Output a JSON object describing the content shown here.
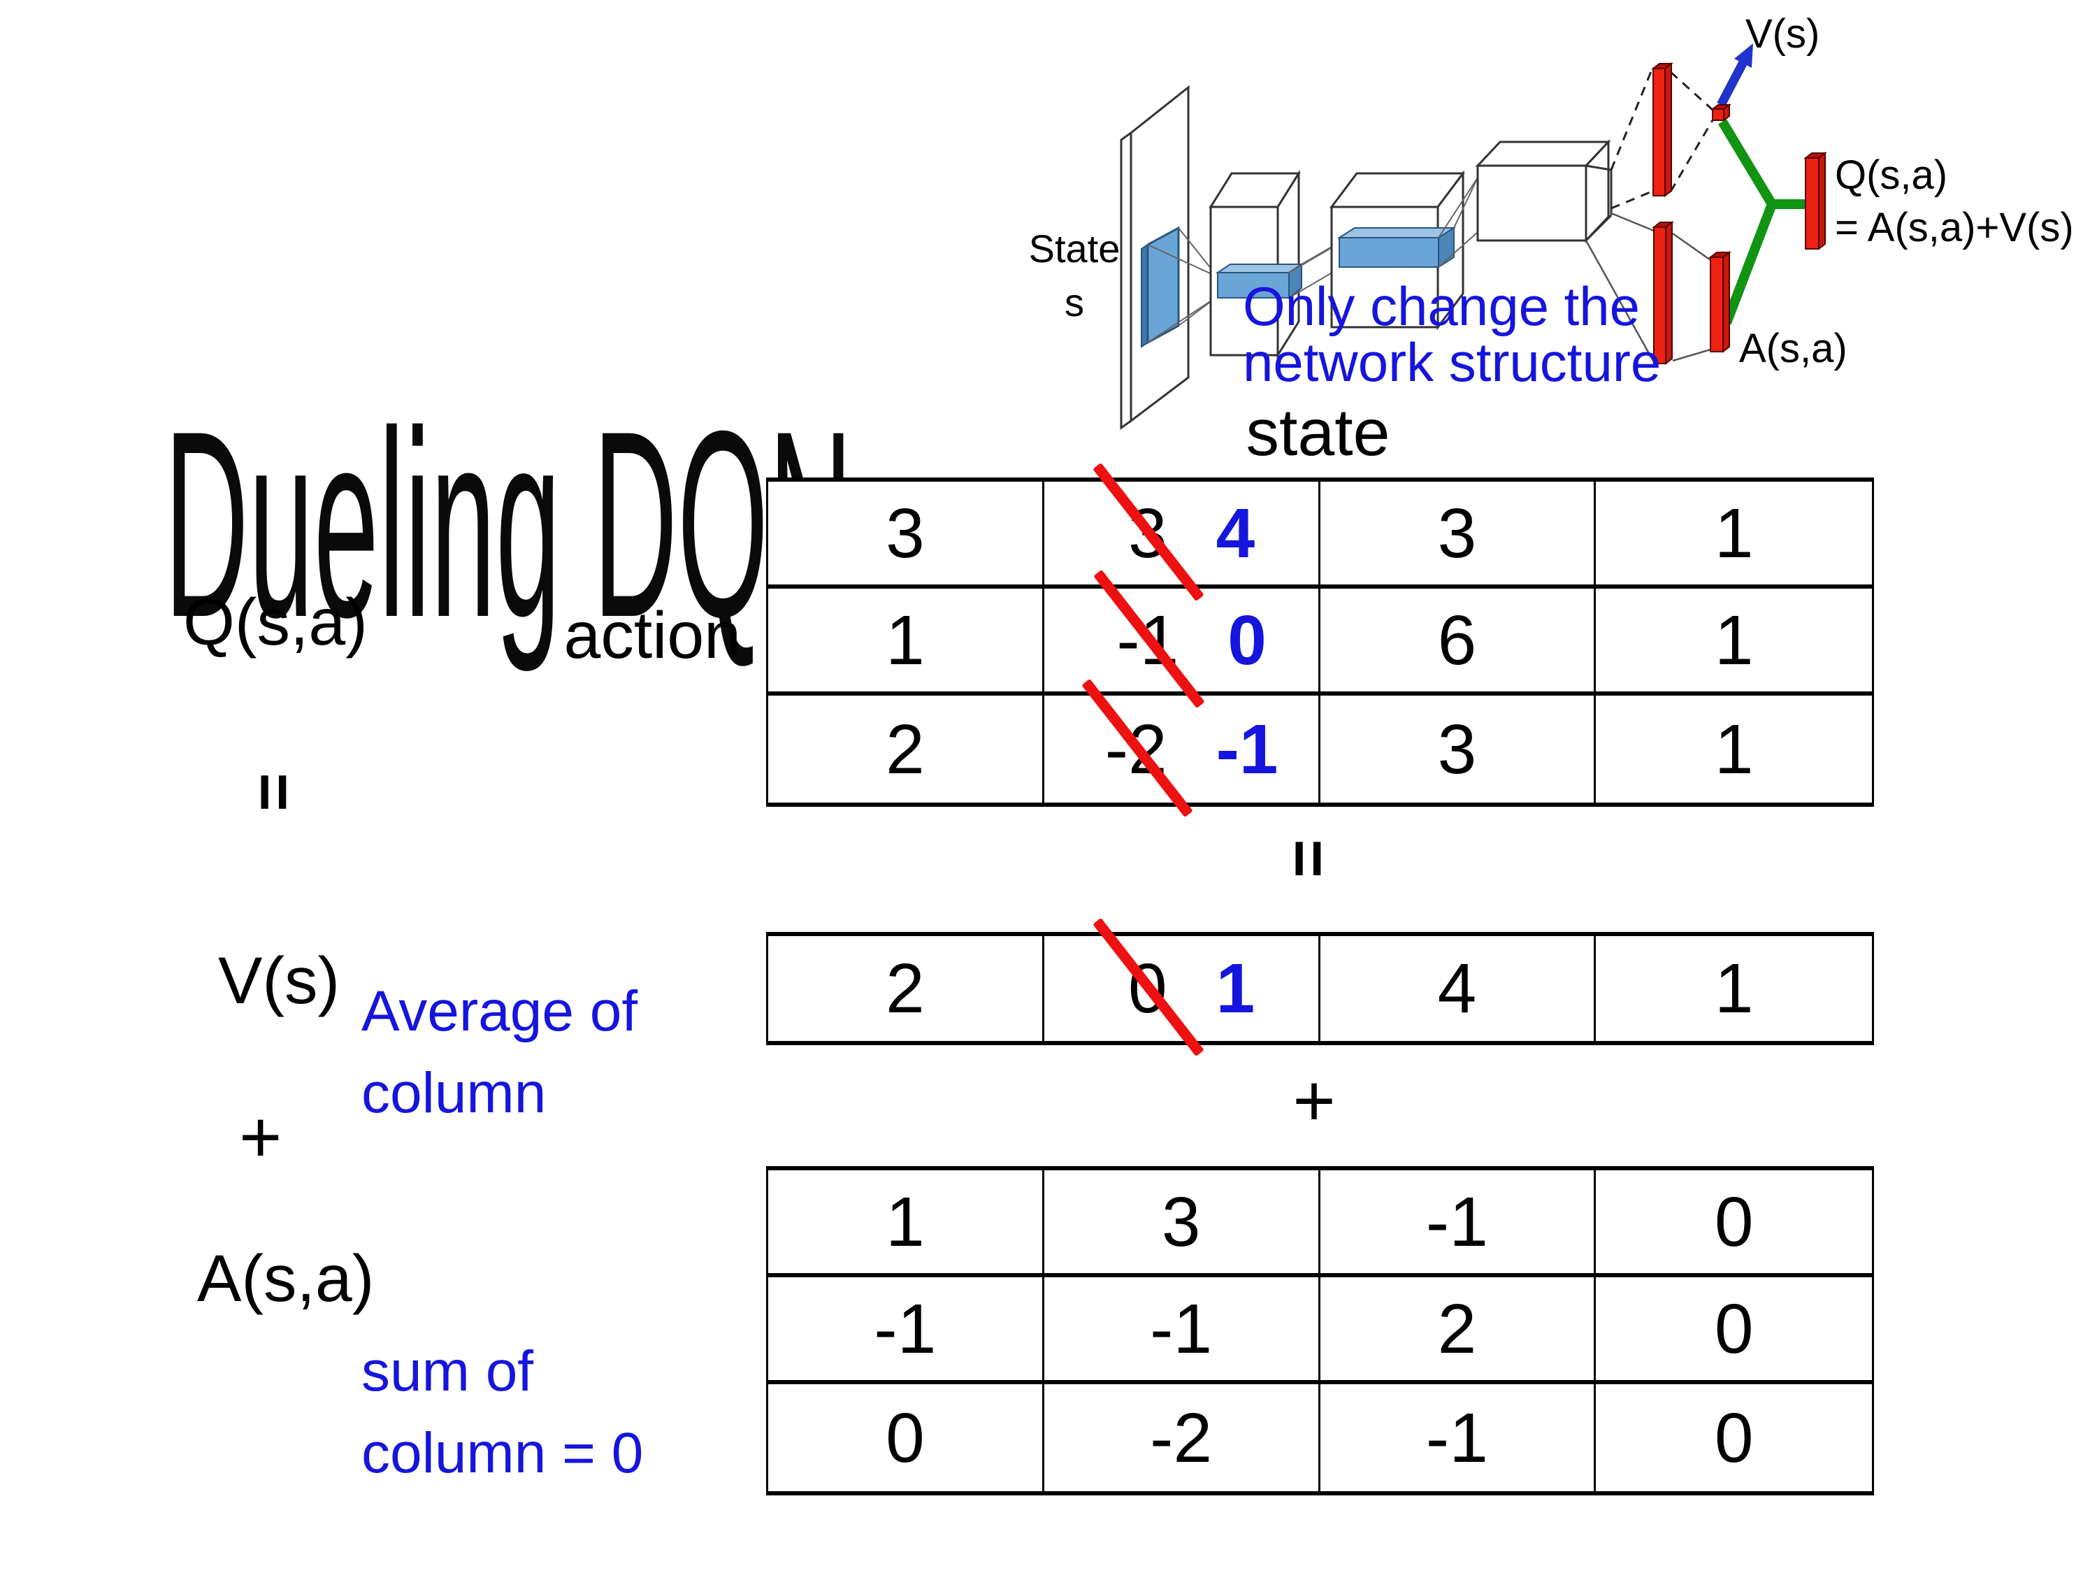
{
  "title": "Dueling DQN",
  "diagram": {
    "state_label_line1": "State",
    "state_label_line2": "s",
    "note_line1": "Only change the",
    "note_line2": "network structure",
    "v_output_label": "V(s)",
    "a_output_label": "A(s,a)",
    "q_output_label_line1": "Q(s,a)",
    "q_output_label_line2": "= A(s,a)+V(s)"
  },
  "equation": {
    "q_label": "Q(s,a)",
    "equals_left": "=",
    "v_label": "V(s)",
    "plus_left": "+",
    "a_label": "A(s,a)",
    "equals_center": "=",
    "plus_center": "+",
    "state_header": "state",
    "action_header": "action",
    "avg_note_line1": "Average of",
    "avg_note_line2": "column",
    "sum_note_line1": "sum of",
    "sum_note_line2": "column = 0"
  },
  "q_table": {
    "rows": [
      {
        "cells": [
          {
            "value": "3"
          },
          {
            "old": "3",
            "new": "4"
          },
          {
            "value": "3"
          },
          {
            "value": "1"
          }
        ]
      },
      {
        "cells": [
          {
            "value": "1"
          },
          {
            "old": "-1",
            "new": "0"
          },
          {
            "value": "6"
          },
          {
            "value": "1"
          }
        ]
      },
      {
        "cells": [
          {
            "value": "2"
          },
          {
            "old": "-2",
            "new": "-1"
          },
          {
            "value": "3"
          },
          {
            "value": "1"
          }
        ]
      }
    ]
  },
  "v_table": {
    "rows": [
      {
        "cells": [
          {
            "value": "2"
          },
          {
            "old": "0",
            "new": "1"
          },
          {
            "value": "4"
          },
          {
            "value": "1"
          }
        ]
      }
    ]
  },
  "a_table": {
    "rows": [
      {
        "cells": [
          {
            "value": "1"
          },
          {
            "value": "3"
          },
          {
            "value": "-1"
          },
          {
            "value": "0"
          }
        ]
      },
      {
        "cells": [
          {
            "value": "-1"
          },
          {
            "value": "-1"
          },
          {
            "value": "2"
          },
          {
            "value": "0"
          }
        ]
      },
      {
        "cells": [
          {
            "value": "0"
          },
          {
            "value": "-2"
          },
          {
            "value": "-1"
          },
          {
            "value": "0"
          }
        ]
      }
    ]
  },
  "colors": {
    "blue_text": "#1515dd",
    "red_strike": "#ee1111",
    "red_layer_bar": "#ee2211",
    "blue_layer_bar": "#6aa5d8",
    "green_merge": "#119411",
    "arrow_blue": "#2233cc"
  }
}
